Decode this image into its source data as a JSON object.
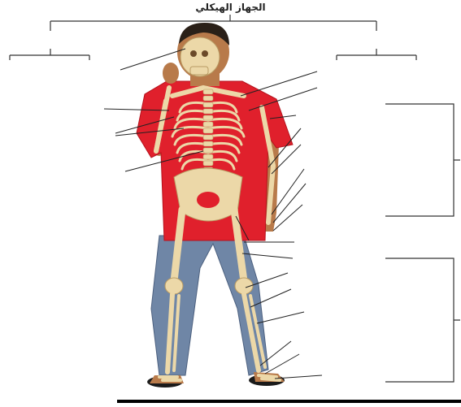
{
  "title": "الجهاز الهيكلي",
  "colors": {
    "shirt": "#e0202c",
    "shirt_shadow": "#b5121c",
    "jeans": "#6f86a6",
    "jeans_dark": "#4c607f",
    "skin": "#b87a4a",
    "bone": "#ecd8a8",
    "bone_edge": "#b89a63",
    "hair": "#2a2018",
    "line": "#222222",
    "sandal": "#1a1a1a"
  },
  "icons": {
    "figure": "human-skeleton-figure",
    "bracket": "bracket-right"
  },
  "label_blank_count": 22
}
